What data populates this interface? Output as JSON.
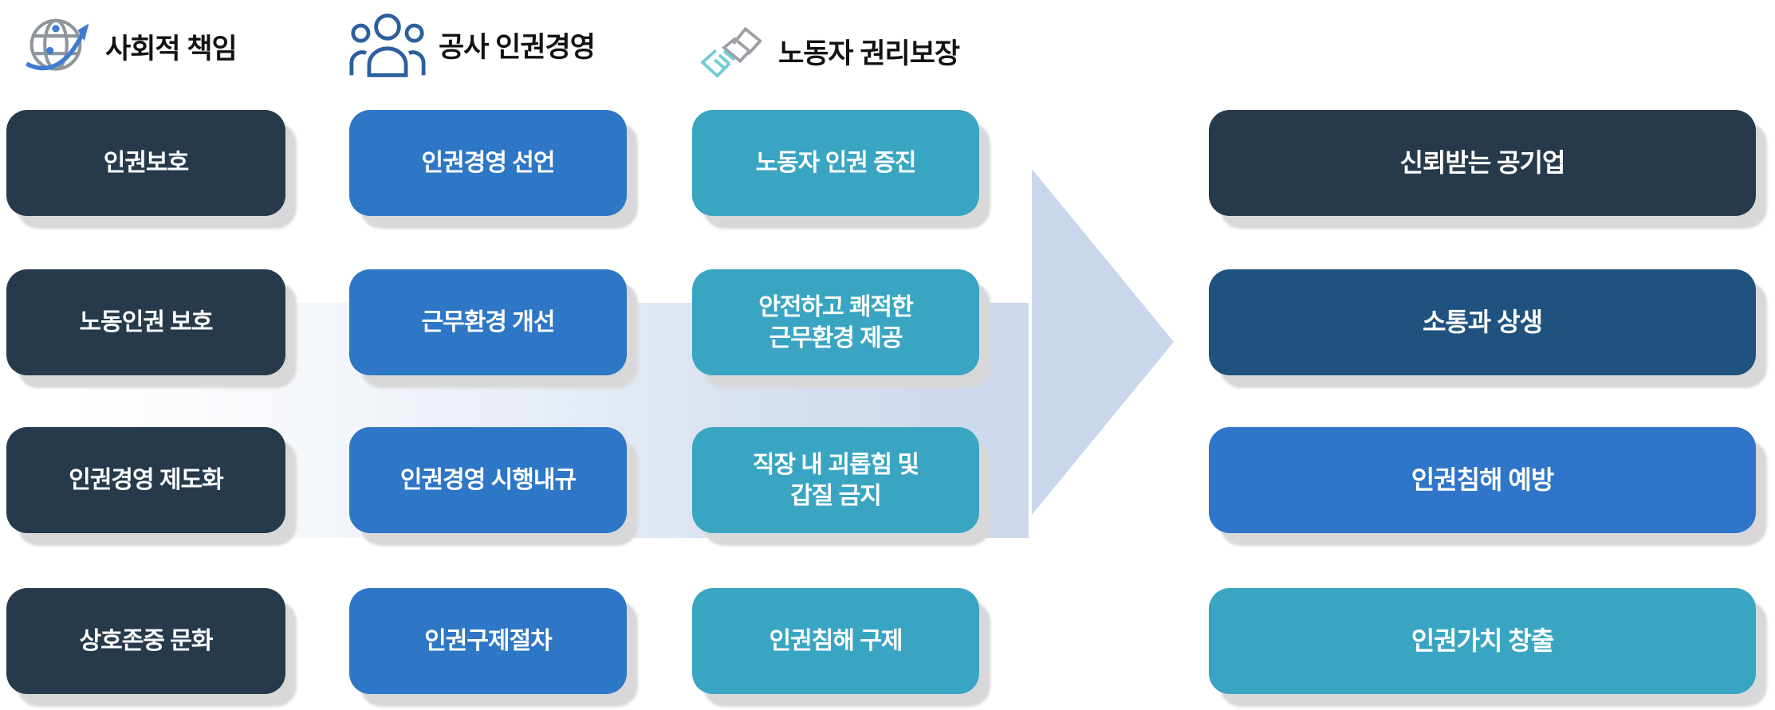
{
  "headers": [
    {
      "label": "사회적 책임",
      "icon": "globe-icon"
    },
    {
      "label": "공사 인권경영",
      "icon": "people-icon"
    },
    {
      "label": "노동자 권리보장",
      "icon": "handshake-icon"
    }
  ],
  "columns": [
    {
      "title": "사회적 책임",
      "color": "#273a4b",
      "boxes": [
        "인권보호",
        "노동인권 보호",
        "인권경영 제도화",
        "상호존중 문화"
      ]
    },
    {
      "title": "공사 인권경영",
      "color": "#2e76c6",
      "boxes": [
        "인권경영 선언",
        "근무환경 개선",
        "인권경영 시행내규",
        "인권구제절차"
      ]
    },
    {
      "title": "노동자 권리보장",
      "color": "#3aa5c3",
      "boxes": [
        "노동자 인권 증진",
        "안전하고 쾌적한\n근무환경 제공",
        "직장 내 괴롭힘 및\n갑질 금지",
        "인권침해 구제"
      ]
    }
  ],
  "outcomes": [
    {
      "label": "신뢰받는 공기업",
      "color": "#273a4b"
    },
    {
      "label": "소통과 상생",
      "color": "#1f527f"
    },
    {
      "label": "인권침해 예방",
      "color": "#2f75c9"
    },
    {
      "label": "인권가치 창출",
      "color": "#3aa5c3"
    }
  ],
  "arrow": {
    "head_color": "#c9d7ec",
    "band_color": "#cdd9ec"
  },
  "icon_colors": {
    "globe_gray": "#8f959c",
    "globe_blue": "#3e7bd0",
    "people_blue": "#2c5f9e",
    "handshake_gray": "#9aa0a5",
    "handshake_teal": "#6fcbd6"
  }
}
